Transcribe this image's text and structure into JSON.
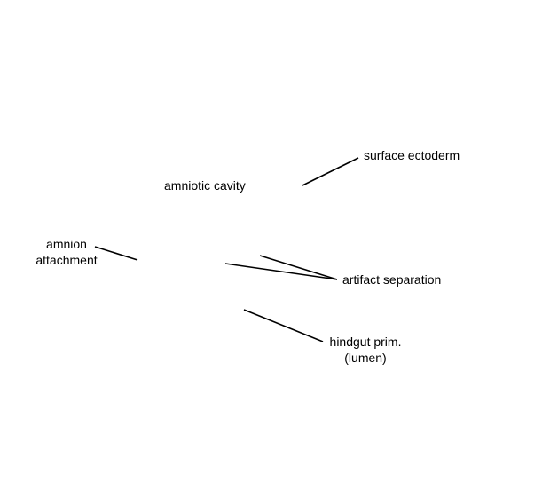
{
  "diagram": {
    "line_color": "#000000",
    "text_color": "#000000",
    "labels": {
      "surface_ectoderm": "surface ectoderm",
      "amniotic_cavity": "amniotic cavity",
      "amnion_attachment_line1": "amnion",
      "amnion_attachment_line2": "attachment",
      "artifact_separation": "artifact separation",
      "hindgut_line1": "hindgut prim.",
      "hindgut_line2": "(lumen)"
    }
  }
}
